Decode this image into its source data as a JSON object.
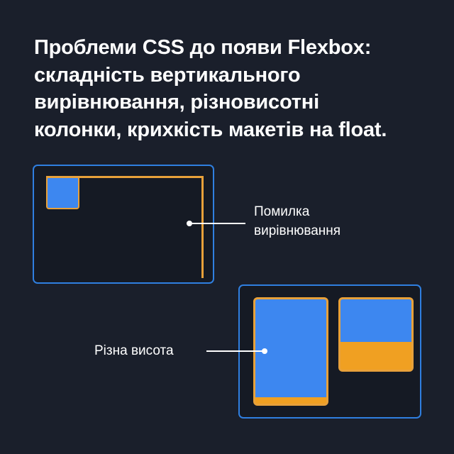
{
  "theme": {
    "background": "#1a1f2b",
    "panel_fill": "#151a24",
    "panel_border": "#2f7fe0",
    "accent_blue": "#3d87f0",
    "accent_orange": "#e8a13a",
    "text": "#ffffff"
  },
  "heading": {
    "text": "Проблеми CSS до появи Flexbox:\nскладність вертикального\nвирівнювання, різновисотні\nколонки, крихкість макетів на float."
  },
  "diagrams": {
    "alignment": {
      "name": "alignment-error-diagram",
      "callout_label": "Помилка\nвирівнювання",
      "box_label": "misaligned-box"
    },
    "height": {
      "name": "unequal-height-diagram",
      "callout_label": "Різна висота",
      "cards": [
        {
          "label": "tall-card",
          "blue_portion": "90%",
          "orange_portion": "10%"
        },
        {
          "label": "short-card",
          "blue_portion": "57%",
          "orange_portion": "43%"
        }
      ]
    }
  }
}
